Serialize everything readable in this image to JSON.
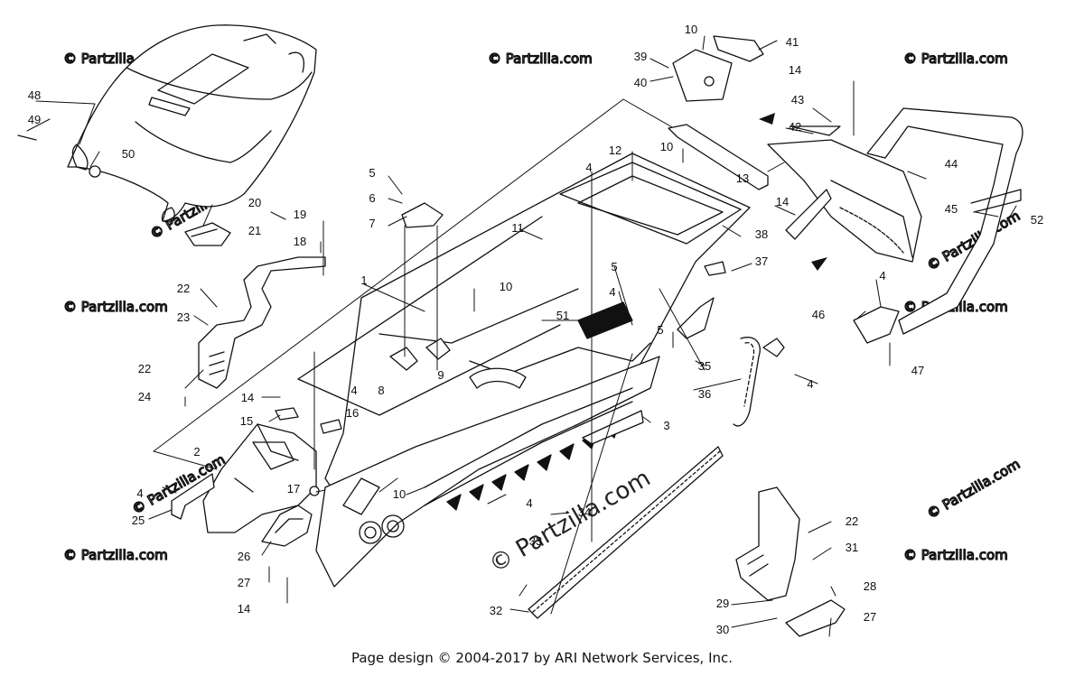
{
  "footer": {
    "text": "Page design © 2004-2017 by ARI Network Services, Inc."
  },
  "watermarks": {
    "small": "© Partzilla.com",
    "large": "© Partzilla.com"
  },
  "callouts": [
    {
      "id": "c1",
      "label": "1"
    },
    {
      "id": "c2",
      "label": "2"
    },
    {
      "id": "c3",
      "label": "3"
    },
    {
      "id": "c4a",
      "label": "4"
    },
    {
      "id": "c4b",
      "label": "4"
    },
    {
      "id": "c4c",
      "label": "4"
    },
    {
      "id": "c4d",
      "label": "4"
    },
    {
      "id": "c4e",
      "label": "4"
    },
    {
      "id": "c4f",
      "label": "4"
    },
    {
      "id": "c4g",
      "label": "4"
    },
    {
      "id": "c4h",
      "label": "4"
    },
    {
      "id": "c5a",
      "label": "5"
    },
    {
      "id": "c5b",
      "label": "5"
    },
    {
      "id": "c5c",
      "label": "5"
    },
    {
      "id": "c6",
      "label": "6"
    },
    {
      "id": "c7",
      "label": "7"
    },
    {
      "id": "c8",
      "label": "8"
    },
    {
      "id": "c9",
      "label": "9"
    },
    {
      "id": "c10a",
      "label": "10"
    },
    {
      "id": "c10b",
      "label": "10"
    },
    {
      "id": "c10c",
      "label": "10"
    },
    {
      "id": "c10d",
      "label": "10"
    },
    {
      "id": "c11",
      "label": "11"
    },
    {
      "id": "c12",
      "label": "12"
    },
    {
      "id": "c13",
      "label": "13"
    },
    {
      "id": "c14a",
      "label": "14"
    },
    {
      "id": "c14b",
      "label": "14"
    },
    {
      "id": "c14c",
      "label": "14"
    },
    {
      "id": "c14d",
      "label": "14"
    },
    {
      "id": "c15",
      "label": "15"
    },
    {
      "id": "c16",
      "label": "16"
    },
    {
      "id": "c17",
      "label": "17"
    },
    {
      "id": "c18",
      "label": "18"
    },
    {
      "id": "c19",
      "label": "19"
    },
    {
      "id": "c20",
      "label": "20"
    },
    {
      "id": "c21",
      "label": "21"
    },
    {
      "id": "c22a",
      "label": "22"
    },
    {
      "id": "c22b",
      "label": "22"
    },
    {
      "id": "c22c",
      "label": "22"
    },
    {
      "id": "c23",
      "label": "23"
    },
    {
      "id": "c24",
      "label": "24"
    },
    {
      "id": "c25",
      "label": "25"
    },
    {
      "id": "c26",
      "label": "26"
    },
    {
      "id": "c27a",
      "label": "27"
    },
    {
      "id": "c27b",
      "label": "27"
    },
    {
      "id": "c28",
      "label": "28"
    },
    {
      "id": "c29",
      "label": "29"
    },
    {
      "id": "c30",
      "label": "30"
    },
    {
      "id": "c31",
      "label": "31"
    },
    {
      "id": "c32",
      "label": "32"
    },
    {
      "id": "c33",
      "label": "33"
    },
    {
      "id": "c34",
      "label": "34"
    },
    {
      "id": "c35",
      "label": "35"
    },
    {
      "id": "c36",
      "label": "36"
    },
    {
      "id": "c37",
      "label": "37"
    },
    {
      "id": "c38",
      "label": "38"
    },
    {
      "id": "c39",
      "label": "39"
    },
    {
      "id": "c40",
      "label": "40"
    },
    {
      "id": "c41",
      "label": "41"
    },
    {
      "id": "c42",
      "label": "42"
    },
    {
      "id": "c43",
      "label": "43"
    },
    {
      "id": "c44",
      "label": "44"
    },
    {
      "id": "c45",
      "label": "45"
    },
    {
      "id": "c46",
      "label": "46"
    },
    {
      "id": "c47",
      "label": "47"
    },
    {
      "id": "c48",
      "label": "48"
    },
    {
      "id": "c49",
      "label": "49"
    },
    {
      "id": "c50",
      "label": "50"
    },
    {
      "id": "c51",
      "label": "51"
    },
    {
      "id": "c52",
      "label": "52"
    }
  ]
}
